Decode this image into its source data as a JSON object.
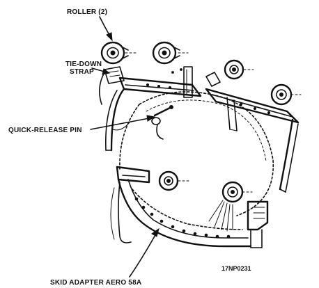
{
  "labels": {
    "roller": "ROLLER (2)",
    "tie_down_line1": "TIE-DOWN",
    "tie_down_line2": "STRAP",
    "quick_release_pin": "QUICK-RELEASE PIN",
    "skid_adapter": "SKID ADAPTER AERO 58A",
    "figure_number": "17NP0231"
  }
}
